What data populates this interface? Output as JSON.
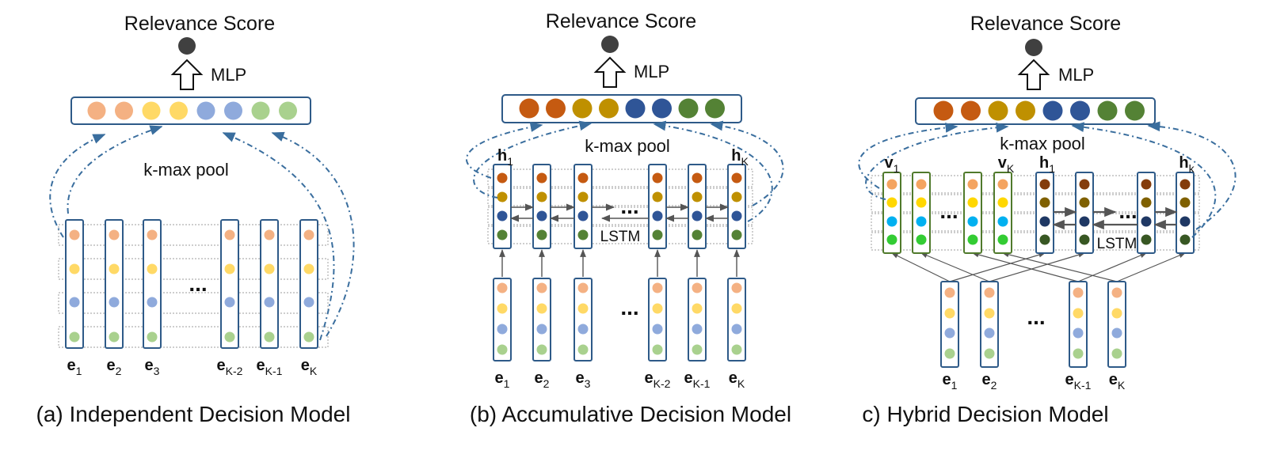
{
  "colors": {
    "column_border": "#2e5a88",
    "green_border": "#507a2c",
    "dash_arrow": "#3a6e9e",
    "solid_arrow": "#555555",
    "score_node": "#404040",
    "band_border": "#b0b0b0",
    "dashed_band": "#a8a8a8"
  },
  "panels": [
    {
      "id": "a",
      "title": "Relevance  Score",
      "mlp": "MLP",
      "kmax": "k-max pool",
      "caption": "(a) Independent  Decision  Model",
      "pool_colors": [
        "#f4b183",
        "#f4b183",
        "#ffd966",
        "#ffd966",
        "#8faadc",
        "#8faadc",
        "#a9d18e",
        "#a9d18e"
      ],
      "embedding_colors": [
        "#f4b183",
        "#ffd966",
        "#8faadc",
        "#a9d18e"
      ],
      "embeddings": [
        {
          "main": "e",
          "sub": "1"
        },
        {
          "main": "e",
          "sub": "2"
        },
        {
          "main": "e",
          "sub": "3"
        },
        {
          "main": "e",
          "sub": "K-2"
        },
        {
          "main": "e",
          "sub": "K-1"
        },
        {
          "main": "e",
          "sub": "K"
        }
      ],
      "ellipsis": "..."
    },
    {
      "id": "b",
      "title": "Relevance  Score",
      "mlp": "MLP",
      "kmax": "k-max pool",
      "lstm": "LSTM",
      "caption": "(b) Accumulative  Decision  Model",
      "pool_colors": [
        "#c55a11",
        "#c55a11",
        "#bf9000",
        "#bf9000",
        "#2f5597",
        "#2f5597",
        "#548235",
        "#548235"
      ],
      "hidden_colors": [
        "#c55a11",
        "#bf9000",
        "#2f5597",
        "#548235"
      ],
      "embedding_colors": [
        "#f4b183",
        "#ffd966",
        "#8faadc",
        "#a9d18e"
      ],
      "hidden_labels": [
        {
          "main": "h",
          "sub": "1"
        },
        {
          "main": "h",
          "sub": "K"
        }
      ],
      "embeddings": [
        {
          "main": "e",
          "sub": "1"
        },
        {
          "main": "e",
          "sub": "2"
        },
        {
          "main": "e",
          "sub": "3"
        },
        {
          "main": "e",
          "sub": "K-2"
        },
        {
          "main": "e",
          "sub": "K-1"
        },
        {
          "main": "e",
          "sub": "K"
        }
      ],
      "ellipsis": "..."
    },
    {
      "id": "c",
      "title": "Relevance  Score",
      "mlp": "MLP",
      "kmax": "k-max pool",
      "lstm": "LSTM",
      "caption": "c) Hybrid  Decision  Model",
      "pool_colors": [
        "#c55a11",
        "#c55a11",
        "#bf9000",
        "#bf9000",
        "#2f5597",
        "#2f5597",
        "#548235",
        "#548235"
      ],
      "v_colors": [
        "#f4a460",
        "#ffd700",
        "#00b0f0",
        "#33cc33"
      ],
      "h_colors": [
        "#843c0c",
        "#7f6000",
        "#1f3864",
        "#385723"
      ],
      "embedding_colors": [
        "#f4b183",
        "#ffd966",
        "#8faadc",
        "#a9d18e"
      ],
      "v_labels": [
        {
          "main": "v",
          "sub": "1"
        },
        {
          "main": "v",
          "sub": "K"
        }
      ],
      "h_labels": [
        {
          "main": "h",
          "sub": "1"
        },
        {
          "main": "h",
          "sub": "k"
        }
      ],
      "embeddings": [
        {
          "main": "e",
          "sub": "1"
        },
        {
          "main": "e",
          "sub": "2"
        },
        {
          "main": "e",
          "sub": "K-1"
        },
        {
          "main": "e",
          "sub": "K"
        }
      ],
      "ellipsis": "..."
    }
  ]
}
